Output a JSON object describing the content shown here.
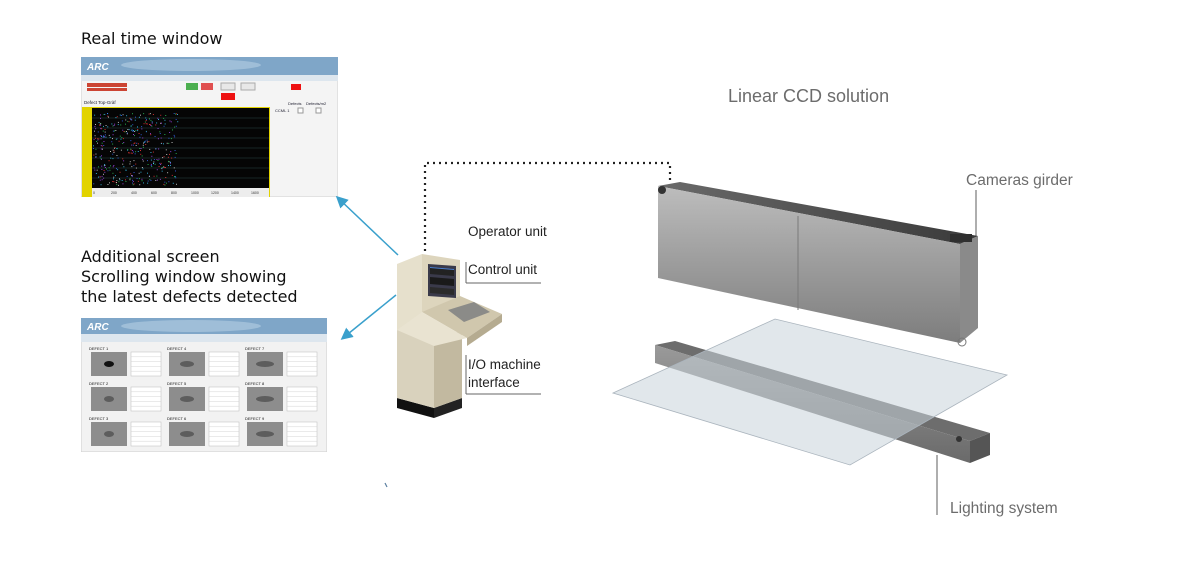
{
  "left": {
    "realtime_title": "Real time window",
    "additional_title": [
      "Additional screen",
      "Scrolling window showing",
      "the latest defects detected"
    ]
  },
  "screens": {
    "logo": "ARC",
    "realtime_graph_title": "Defect Top-Gràf",
    "realtime_columns": [
      "Defects",
      "Defects/m2"
    ],
    "realtime_row": "CCML 1",
    "defect_labels": [
      "DEFECT 1",
      "DEFECT 4",
      "DEFECT 7",
      "DEFECT 2",
      "DEFECT 5",
      "DEFECT 8",
      "DEFECT 3",
      "DEFECT 6",
      "DEFECT 9"
    ]
  },
  "operator": {
    "labels": [
      "Operator unit",
      "Control unit",
      "I/O machine",
      "interface"
    ]
  },
  "solution": {
    "title": "Linear CCD solution",
    "cameras_label": "Cameras girder",
    "lighting_label": "Lighting system"
  },
  "colors": {
    "arrow": "#3aa0cc",
    "label_grey": "#6c6c6c",
    "screen_header": "#7fa6c8",
    "graph_border": "#e2d300"
  }
}
